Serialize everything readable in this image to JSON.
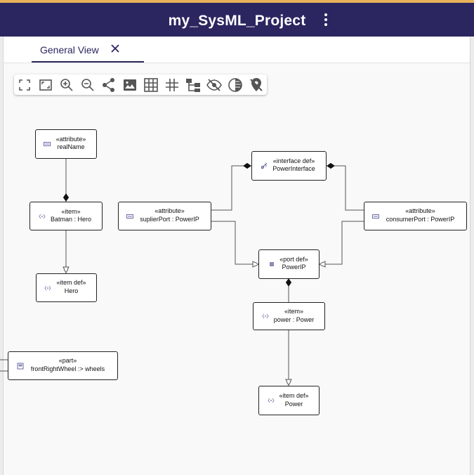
{
  "app": {
    "title": "my_SysML_Project"
  },
  "tabs": [
    {
      "label": "General View",
      "active": true
    }
  ],
  "toolbar": {
    "tools": [
      "fit-to-screen-icon",
      "fit-selection-icon",
      "zoom-in-icon",
      "zoom-out-icon",
      "share-icon",
      "export-image-icon",
      "grid-icon",
      "snap-grid-icon",
      "arrange-layout-icon",
      "hide-icon",
      "contrast-icon",
      "unpin-icon"
    ]
  },
  "colors": {
    "header": "#2b2660",
    "accent": "#e8b25a",
    "canvas": "#f9f9f9"
  },
  "diagram": {
    "nodes": {
      "realName": {
        "stereotype": "«attribute»",
        "name": "realName"
      },
      "batman": {
        "stereotype": "«item»",
        "name": "Batman : Hero"
      },
      "hero": {
        "stereotype": "«item def»",
        "name": "Hero"
      },
      "suplierPort": {
        "stereotype": "«attribute»",
        "name": "suplierPort : PowerIP"
      },
      "powerInterface": {
        "stereotype": "«interface def»",
        "name": "PowerInterface"
      },
      "consumerPort": {
        "stereotype": "«attribute»",
        "name": "consumerPort : PowerIP"
      },
      "powerIP": {
        "stereotype": "«port def»",
        "name": "PowerIP"
      },
      "powerItem": {
        "stereotype": "«item»",
        "name": "power : Power"
      },
      "powerDef": {
        "stereotype": "«item def»",
        "name": "Power"
      },
      "frontRightWheel": {
        "stereotype": "«part»",
        "name": "frontRightWheel :> wheels"
      }
    }
  }
}
